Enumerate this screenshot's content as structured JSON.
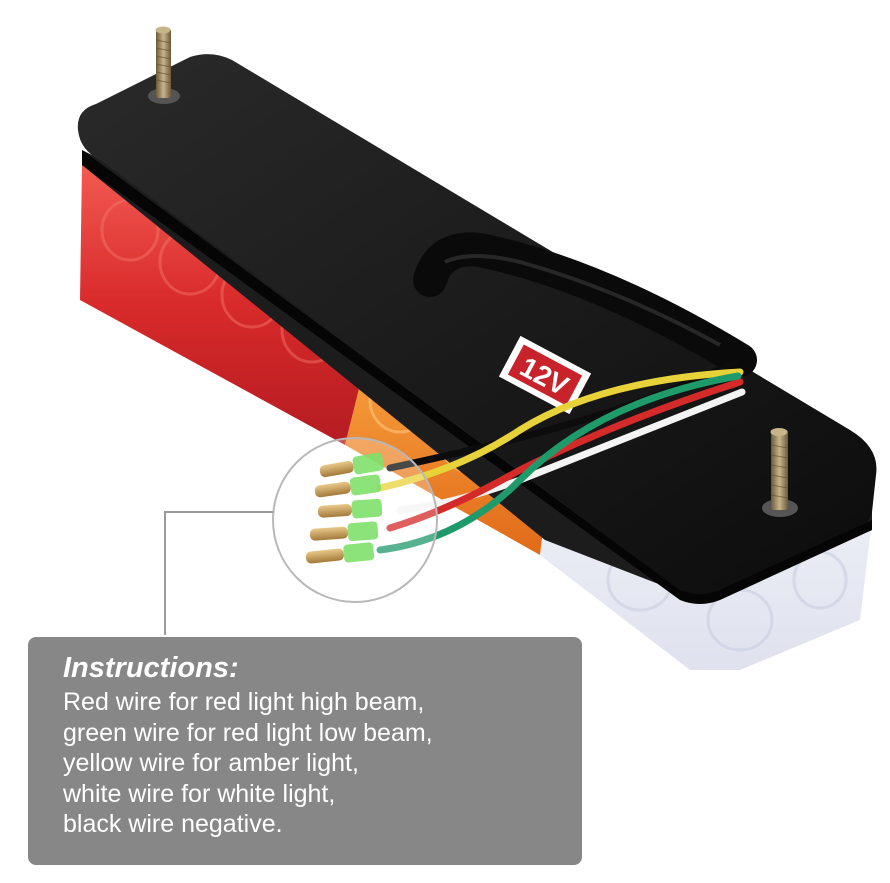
{
  "product": {
    "voltage_label": "12V"
  },
  "instructions": {
    "title": "Instructions:",
    "lines": [
      "Red wire for red light high beam,",
      "green wire for red light low beam,",
      "yellow wire for amber light,",
      "white wire for white light,",
      "black wire negative."
    ]
  },
  "colors": {
    "housing": "#141414",
    "red_lens": "#d8302f",
    "amber_lens": "#f08a2a",
    "clear_lens": "#eef0f7",
    "wire_red": "#d42a2a",
    "wire_green": "#1f9a6a",
    "wire_yellow": "#e8d23a",
    "wire_white": "#f4f4f4",
    "wire_black": "#111111",
    "connector": "#7ee06a",
    "panel": "#808080"
  }
}
